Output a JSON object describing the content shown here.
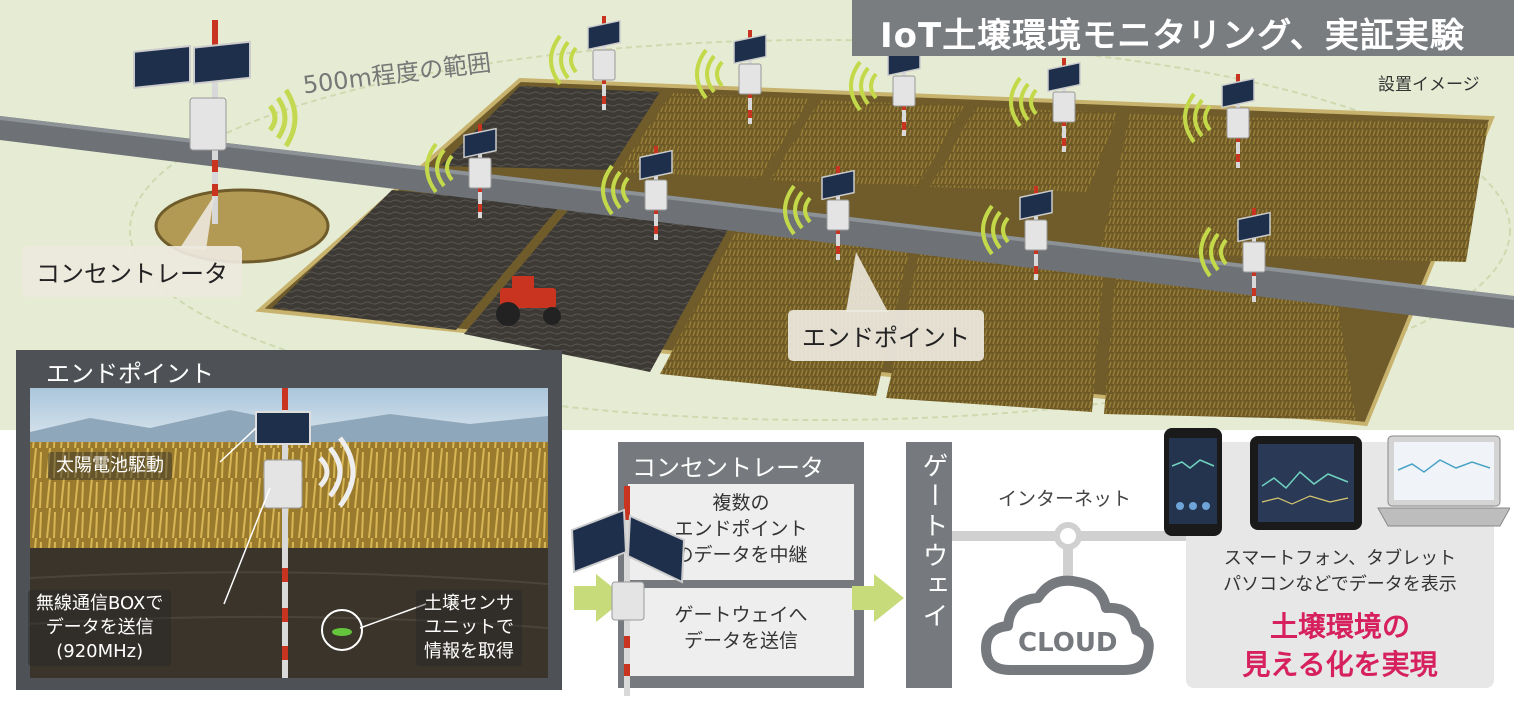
{
  "header": {
    "title": "IoT土壌環境モニタリング、実証実験",
    "subtitle": "設置イメージ"
  },
  "scene": {
    "range_label": "500m程度の範囲",
    "concentrator_tag": "コンセントレータ",
    "endpoint_tag": "エンドポイント"
  },
  "endpoint_panel": {
    "heading": "エンドポイント",
    "solar_note": "太陽電池駆動",
    "radio_note_line1": "無線通信BOXで",
    "radio_note_line2": "データを送信",
    "radio_note_line3": "(920MHz)",
    "sensor_note_line1": "土壌センサ",
    "sensor_note_line2": "ユニットで",
    "sensor_note_line3": "情報を取得"
  },
  "concentrator_box": {
    "heading": "コンセントレータ",
    "cell1_line1": "複数の",
    "cell1_line2": "エンドポイント",
    "cell1_line3": "のデータを中継",
    "cell2_line1": "ゲートウェイへ",
    "cell2_line2": "データを送信"
  },
  "gateway": {
    "label": "ゲートウェイ"
  },
  "network": {
    "internet_label": "インターネット",
    "cloud_label": "CLOUD"
  },
  "devices": {
    "line1": "スマートフォン、タブレット",
    "line2": "パソコンなどでデータを表示",
    "result_line1": "土壌環境の",
    "result_line2": "見える化を実現"
  },
  "colors": {
    "accent_green": "#c8db7a",
    "panel_gray": "#76797d",
    "result_pink": "#d6215e",
    "bg_green": "#e6ecd4"
  }
}
